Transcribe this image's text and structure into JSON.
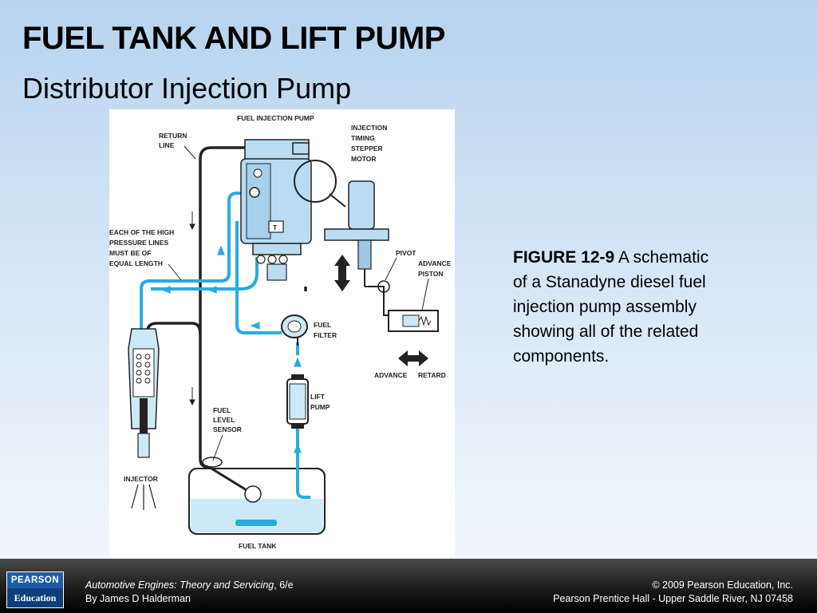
{
  "title": "FUEL TANK AND LIFT PUMP",
  "subtitle": "Distributor Injection Pump",
  "figure": {
    "labels": {
      "fuel_injection_pump": "FUEL INJECTION PUMP",
      "return_line_1": "RETURN",
      "return_line_2": "LINE",
      "stepper_1": "INJECTION",
      "stepper_2": "TIMING",
      "stepper_3": "STEPPER",
      "stepper_4": "MOTOR",
      "hp_lines_1": "EACH OF THE HIGH",
      "hp_lines_2": "PRESSURE LINES",
      "hp_lines_3": "MUST BE OF",
      "hp_lines_4": "EQUAL LENGTH",
      "pivot": "PIVOT",
      "advance_piston_1": "ADVANCE",
      "advance_piston_2": "PISTON",
      "fuel_filter_1": "FUEL",
      "fuel_filter_2": "FILTER",
      "advance": "ADVANCE",
      "retard": "RETARD",
      "lift_pump_1": "LIFT",
      "lift_pump_2": "PUMP",
      "fuel_level_1": "FUEL",
      "fuel_level_2": "LEVEL",
      "fuel_level_3": "SENSOR",
      "injector": "INJECTOR",
      "fuel_tank": "FUEL TANK",
      "pump_badge": "T"
    },
    "colors": {
      "fuel_line": "#29abe2",
      "return_line": "#222222",
      "pump_body": "#b9dcf2",
      "tank_fuel": "#cde9f7"
    }
  },
  "caption": {
    "number": "FIGURE 12-9",
    "text": " A schematic of a Stanadyne diesel fuel injection pump assembly showing all of the related components."
  },
  "footer": {
    "logo_top": "PEARSON",
    "logo_bottom": "Education",
    "book_title": "Automotive Engines: Theory and Servicing",
    "edition": ", 6/e",
    "author": "By James D Halderman",
    "copyright": "© 2009 Pearson Education, Inc.",
    "publisher": "Pearson Prentice Hall - Upper Saddle River, NJ 07458"
  }
}
